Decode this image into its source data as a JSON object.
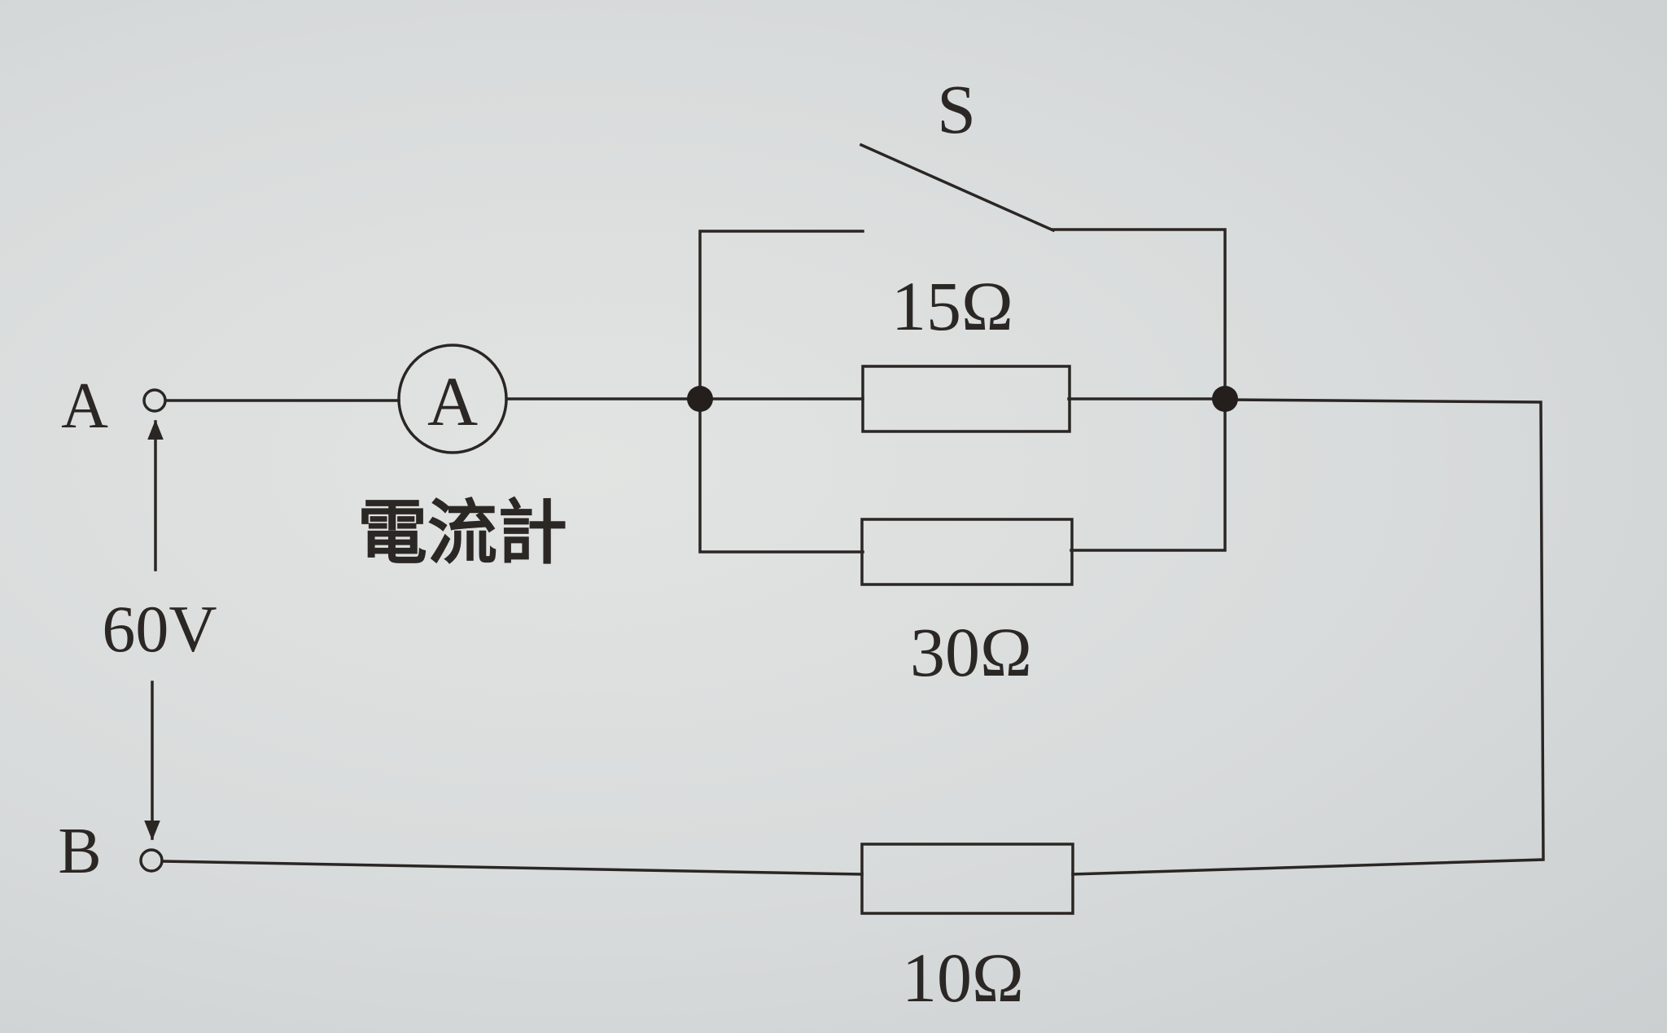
{
  "diagram": {
    "terminals": {
      "a": "A",
      "b": "B"
    },
    "voltage": "60V",
    "ammeter": {
      "symbol": "A",
      "caption": "電流計"
    },
    "switch": "S",
    "resistors": {
      "top": "15Ω",
      "middle": "30Ω",
      "bottom": "10Ω"
    }
  },
  "colors": {
    "ink": "#2a2624",
    "paper": "#d9dcdc"
  }
}
